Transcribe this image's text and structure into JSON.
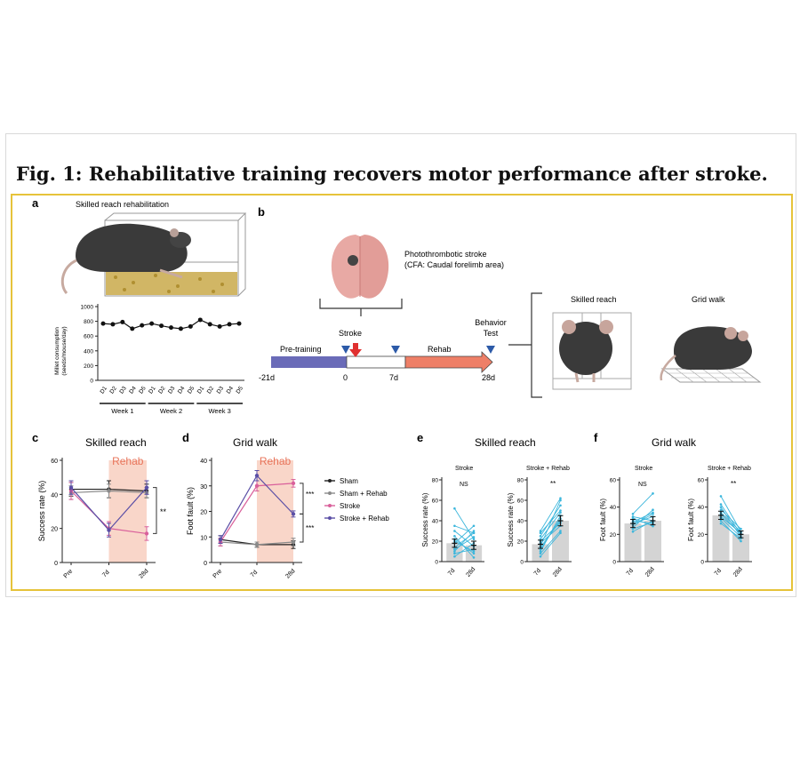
{
  "figure": {
    "title": "Fig. 1: Rehabilitative training recovers motor performance after stroke."
  },
  "panels": {
    "a": {
      "letter": "a",
      "title": "Skilled reach rehabilitation",
      "ylabel_line1": "Millet consumption",
      "ylabel_line2": "(seeds/mouse/day)",
      "days": [
        "D1",
        "D2",
        "D3",
        "D4",
        "D5",
        "D1",
        "D2",
        "D3",
        "D4",
        "D5",
        "D1",
        "D2",
        "D3",
        "D4",
        "D5"
      ],
      "weeks": [
        "Week 1",
        "Week 2",
        "Week 3"
      ]
    },
    "b": {
      "letter": "b",
      "stroke_line1": "Photothrombotic stroke",
      "stroke_line2": "(CFA: Caudal forelimb area)",
      "stroke_label": "Stroke",
      "pretraining_label": "Pre-training",
      "rehab_label": "Rehab",
      "behavior_line1": "Behavior",
      "behavior_line2": "Test",
      "ticks": [
        "-21d",
        "0",
        "7d",
        "28d"
      ],
      "skilled_reach": "Skilled reach",
      "grid_walk": "Grid walk"
    },
    "c": {
      "letter": "c",
      "title": "Skilled reach",
      "ylabel": "Success rate (%)",
      "rehab": "Rehab",
      "sig": "**"
    },
    "d": {
      "letter": "d",
      "title": "Grid walk",
      "ylabel": "Foot fault (%)",
      "rehab": "Rehab",
      "sig1": "***",
      "sig2": "***"
    },
    "e": {
      "letter": "e",
      "title": "Skilled reach",
      "ylabel": "Success rate (%)",
      "sub1": "Stroke",
      "sub2": "Stroke + Rehab",
      "sig1": "NS",
      "sig2": "**"
    },
    "f": {
      "letter": "f",
      "title": "Grid walk",
      "ylabel": "Foot fault (%)",
      "sub1": "Stroke",
      "sub2": "Stroke + Rehab",
      "sig1": "NS",
      "sig2": "**"
    },
    "legend": [
      "Sham",
      "Sham + Rehab",
      "Stroke",
      "Stroke + Rehab"
    ]
  },
  "colors": {
    "sham": "#222222",
    "sham_rehab": "#8a8a8a",
    "stroke": "#d9609b",
    "stroke_rehab": "#5b4fa6",
    "rehab_band": "#f9d6c9",
    "rehab_text": "#e8745a",
    "paired_line": "#3bb6dc",
    "bar": "#d4d4d4",
    "pretrain": "#6a6bb8",
    "rehab_arrow": "#ee7f67",
    "frame": "#e6c33a"
  },
  "chart_data": [
    {
      "type": "line",
      "panel": "a",
      "x": [
        "D1",
        "D2",
        "D3",
        "D4",
        "D5",
        "D1",
        "D2",
        "D3",
        "D4",
        "D5",
        "D1",
        "D2",
        "D3",
        "D4",
        "D5"
      ],
      "values": [
        770,
        760,
        790,
        700,
        745,
        770,
        740,
        715,
        700,
        730,
        820,
        760,
        730,
        760,
        770
      ],
      "xlabel": "",
      "ylabel": "Millet consumption (seeds/mouse/day)",
      "yticks": [
        0,
        200,
        400,
        600,
        800,
        1000
      ],
      "ylim": [
        0,
        1000
      ]
    },
    {
      "type": "line",
      "panel": "c",
      "categories": [
        "Pre",
        "7d",
        "28d"
      ],
      "series": [
        {
          "name": "Sham",
          "values": [
            43,
            43,
            42
          ],
          "err": [
            4,
            5,
            4
          ]
        },
        {
          "name": "Sham + Rehab",
          "values": [
            41,
            42,
            41
          ],
          "err": [
            4,
            4,
            3
          ]
        },
        {
          "name": "Stroke",
          "values": [
            42,
            20,
            17
          ],
          "err": [
            5,
            4,
            4
          ]
        },
        {
          "name": "Stroke + Rehab",
          "values": [
            44,
            19,
            44
          ],
          "err": [
            4,
            4,
            4
          ]
        }
      ],
      "ylabel": "Success rate (%)",
      "yticks": [
        0,
        20,
        40,
        60
      ],
      "ylim": [
        0,
        60
      ]
    },
    {
      "type": "line",
      "panel": "d",
      "categories": [
        "Pre",
        "7d",
        "28d"
      ],
      "series": [
        {
          "name": "Sham",
          "values": [
            9,
            7,
            7
          ],
          "err": [
            1.5,
            1,
            1.5
          ]
        },
        {
          "name": "Sham + Rehab",
          "values": [
            8,
            7,
            8
          ],
          "err": [
            1.5,
            1,
            1.5
          ]
        },
        {
          "name": "Stroke",
          "values": [
            8,
            30,
            31
          ],
          "err": [
            1.5,
            2,
            1.5
          ]
        },
        {
          "name": "Stroke + Rehab",
          "values": [
            9,
            34,
            19
          ],
          "err": [
            1.5,
            2,
            1.2
          ]
        }
      ],
      "ylabel": "Foot fault (%)",
      "yticks": [
        0,
        10,
        20,
        30,
        40
      ],
      "ylim": [
        0,
        40
      ]
    },
    {
      "type": "bar",
      "panel": "e-stroke",
      "categories": [
        "7d",
        "28d"
      ],
      "values": [
        18,
        16
      ],
      "err": [
        4,
        4
      ],
      "ylabel": "Success rate (%)",
      "yticks": [
        0,
        20,
        40,
        60,
        80
      ],
      "ylim": [
        0,
        80
      ],
      "pairs": [
        [
          10,
          30
        ],
        [
          22,
          8
        ],
        [
          30,
          15
        ],
        [
          52,
          22
        ],
        [
          14,
          28
        ],
        [
          8,
          12
        ],
        [
          25,
          4
        ],
        [
          18,
          35
        ],
        [
          20,
          10
        ],
        [
          35,
          28
        ],
        [
          5,
          18
        ],
        [
          12,
          24
        ]
      ]
    },
    {
      "type": "bar",
      "panel": "e-stroke-rehab",
      "categories": [
        "7d",
        "28d"
      ],
      "values": [
        17,
        40
      ],
      "err": [
        4,
        5
      ],
      "ylabel": "Success rate (%)",
      "yticks": [
        0,
        20,
        40,
        60,
        80
      ],
      "ylim": [
        0,
        80
      ],
      "pairs": [
        [
          10,
          45
        ],
        [
          15,
          60
        ],
        [
          20,
          38
        ],
        [
          25,
          55
        ],
        [
          8,
          30
        ],
        [
          30,
          62
        ],
        [
          12,
          42
        ],
        [
          22,
          48
        ],
        [
          18,
          35
        ],
        [
          5,
          28
        ],
        [
          28,
          50
        ],
        [
          14,
          40
        ]
      ]
    },
    {
      "type": "bar",
      "panel": "f-stroke",
      "categories": [
        "7d",
        "28d"
      ],
      "values": [
        28,
        30
      ],
      "err": [
        3,
        3
      ],
      "ylabel": "Foot fault (%)",
      "yticks": [
        0,
        20,
        40,
        60
      ],
      "ylim": [
        0,
        60
      ],
      "pairs": [
        [
          25,
          38
        ],
        [
          30,
          28
        ],
        [
          35,
          50
        ],
        [
          22,
          30
        ],
        [
          28,
          33
        ],
        [
          32,
          26
        ],
        [
          27,
          35
        ],
        [
          24,
          29
        ],
        [
          33,
          30
        ],
        [
          29,
          36
        ]
      ]
    },
    {
      "type": "bar",
      "panel": "f-stroke-rehab",
      "categories": [
        "7d",
        "28d"
      ],
      "values": [
        34,
        20
      ],
      "err": [
        3,
        2.5
      ],
      "ylabel": "Foot fault (%)",
      "yticks": [
        0,
        20,
        40,
        60
      ],
      "ylim": [
        0,
        60
      ],
      "pairs": [
        [
          48,
          22
        ],
        [
          40,
          18
        ],
        [
          35,
          20
        ],
        [
          30,
          15
        ],
        [
          38,
          24
        ],
        [
          32,
          18
        ],
        [
          36,
          22
        ],
        [
          42,
          20
        ],
        [
          28,
          17
        ],
        [
          33,
          21
        ]
      ]
    }
  ]
}
